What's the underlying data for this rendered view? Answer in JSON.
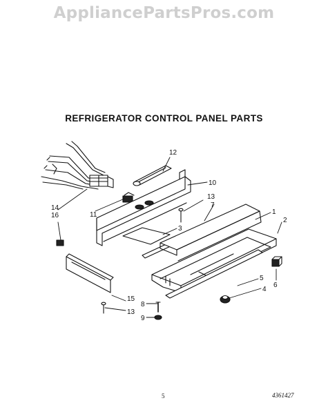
{
  "watermark": "AppliancePartsPros.com",
  "title": "REFRIGERATOR CONTROL PANEL PARTS",
  "callouts": {
    "c12": "12",
    "c10": "10",
    "c13a": "13",
    "c7": "7",
    "c1": "1",
    "c2": "2",
    "c3": "3",
    "c11": "11",
    "c14": "14",
    "c16": "16",
    "c15": "15",
    "c8": "8",
    "c13b": "13",
    "c9": "9",
    "c5": "5",
    "c4": "4",
    "c6": "6"
  },
  "page_number": "5",
  "doc_number": "4361427"
}
